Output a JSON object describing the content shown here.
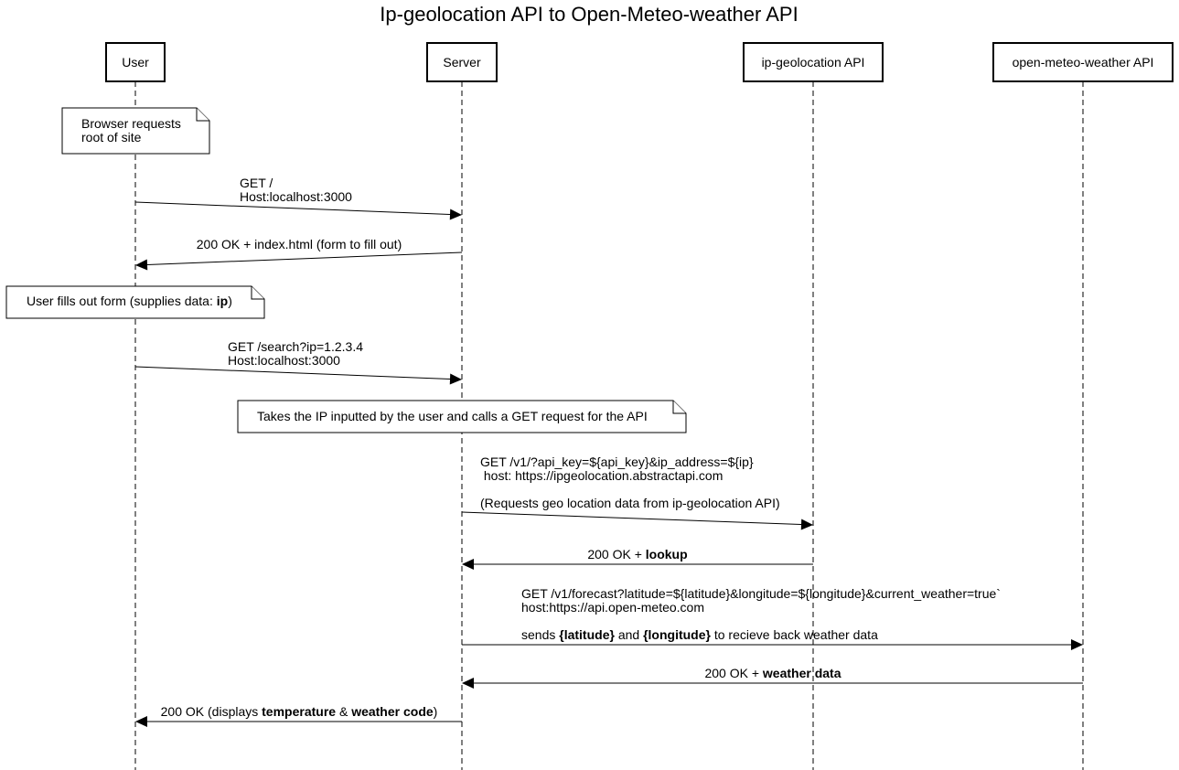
{
  "title": "Ip-geolocation API to Open-Meteo-weather API",
  "actors": [
    {
      "id": "user",
      "label": "User"
    },
    {
      "id": "server",
      "label": "Server"
    },
    {
      "id": "ipgeo",
      "label": "ip-geolocation API"
    },
    {
      "id": "weather",
      "label": "open-meteo-weather API"
    }
  ],
  "notes": [
    {
      "id": "browser-requests",
      "lines": [
        [
          {
            "t": "Browser requests"
          }
        ],
        [
          {
            "t": "root of site"
          }
        ]
      ]
    },
    {
      "id": "user-fills-form",
      "lines": [
        [
          {
            "t": "User fills out form (supplies data: "
          },
          {
            "t": "ip",
            "b": true
          },
          {
            "t": ")"
          }
        ]
      ]
    },
    {
      "id": "takes-ip",
      "lines": [
        [
          {
            "t": "Takes the IP inputted by the user and calls a GET request for the API"
          }
        ]
      ]
    }
  ],
  "messages": [
    {
      "id": "get-root",
      "from": "user",
      "to": "server",
      "lines": [
        [
          {
            "t": "GET /"
          }
        ],
        [
          {
            "t": "Host:localhost:3000"
          }
        ]
      ]
    },
    {
      "id": "ok-index",
      "from": "server",
      "to": "user",
      "lines": [
        [
          {
            "t": "200 OK + index.html (form to fill out)"
          }
        ]
      ]
    },
    {
      "id": "get-search",
      "from": "user",
      "to": "server",
      "lines": [
        [
          {
            "t": "GET /search?ip=1.2.3.4"
          }
        ],
        [
          {
            "t": "Host:localhost:3000"
          }
        ]
      ]
    },
    {
      "id": "get-ipgeo",
      "from": "server",
      "to": "ipgeo",
      "lines": [
        [
          {
            "t": "GET /v1/?api_key=${api_key}&ip_address=${ip}"
          }
        ],
        [
          {
            "t": " host: https://ipgeolocation.abstractapi.com"
          }
        ],
        [],
        [
          {
            "t": "(Requests geo location data from ip-geolocation API)"
          }
        ]
      ]
    },
    {
      "id": "ok-lookup",
      "from": "ipgeo",
      "to": "server",
      "lines": [
        [
          {
            "t": "200 OK + "
          },
          {
            "t": "lookup",
            "b": true
          }
        ]
      ]
    },
    {
      "id": "get-forecast",
      "from": "server",
      "to": "weather",
      "lines": [
        [
          {
            "t": "GET /v1/forecast?latitude=${latitude}&longitude=${longitude}&current_weather=true`"
          }
        ],
        [
          {
            "t": "host:https://api.open-meteo.com"
          }
        ],
        [],
        [
          {
            "t": "sends "
          },
          {
            "t": "{latitude}",
            "b": true
          },
          {
            "t": " and "
          },
          {
            "t": "{longitude}",
            "b": true
          },
          {
            "t": " to recieve back weather data"
          }
        ]
      ]
    },
    {
      "id": "ok-weather",
      "from": "weather",
      "to": "server",
      "lines": [
        [
          {
            "t": "200 OK + "
          },
          {
            "t": "weather data",
            "b": true
          }
        ]
      ]
    },
    {
      "id": "ok-display",
      "from": "server",
      "to": "user",
      "lines": [
        [
          {
            "t": "200 OK (displays "
          },
          {
            "t": "temperature",
            "b": true
          },
          {
            "t": " & "
          },
          {
            "t": "weather code",
            "b": true
          },
          {
            "t": ")"
          }
        ]
      ]
    }
  ]
}
